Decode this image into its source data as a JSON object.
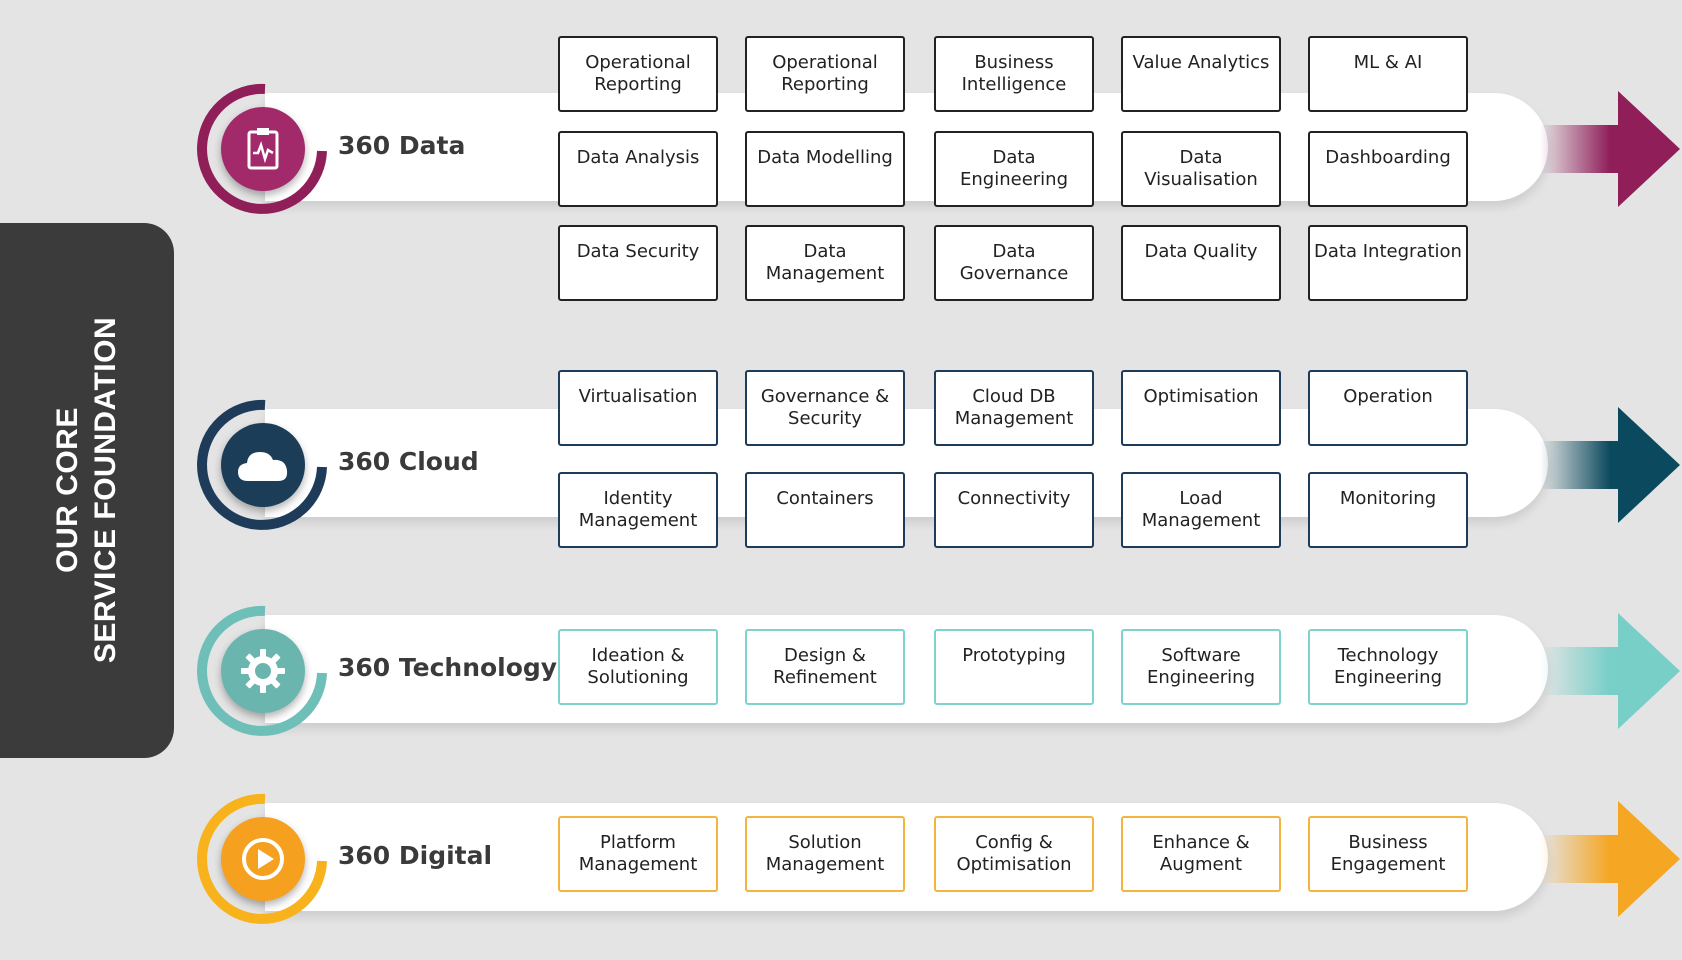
{
  "side_label": {
    "line1": "OUR CORE",
    "line2": "SERVICE FOUNDATION"
  },
  "colors": {
    "data": "#8f1e59",
    "cloud": "#1e3b5a",
    "technology": "#6ebfb8",
    "digital": "#f5a623"
  },
  "rows": [
    {
      "title": "360 Data",
      "icon": "clipboard-chart-icon",
      "items": [
        "Operational Reporting",
        "Operational Reporting",
        "Business Intelligence",
        "Value Analytics",
        "ML & AI",
        "Data Analysis",
        "Data Modelling",
        "Data Engineering",
        "Data Visualisation",
        "Dashboarding",
        "Data Security",
        "Data Management",
        "Data Governance",
        "Data Quality",
        "Data Integration"
      ]
    },
    {
      "title": "360 Cloud",
      "icon": "cloud-icon",
      "items": [
        "Virtualisation",
        "Governance & Security",
        "Cloud DB Management",
        "Optimisation",
        "Operation",
        "Identity Management",
        "Containers",
        "Connectivity",
        "Load Management",
        "Monitoring"
      ]
    },
    {
      "title": "360 Technology",
      "icon": "gear-icon",
      "items": [
        "Ideation & Solutioning",
        "Design & Refinement",
        "Prototyping",
        "Software Engineering",
        "Technology Engineering"
      ]
    },
    {
      "title": "360 Digital",
      "icon": "play-icon",
      "items": [
        "Platform Management",
        "Solution Management",
        "Config & Optimisation",
        "Enhance & Augment",
        "Business Engagement"
      ]
    }
  ]
}
